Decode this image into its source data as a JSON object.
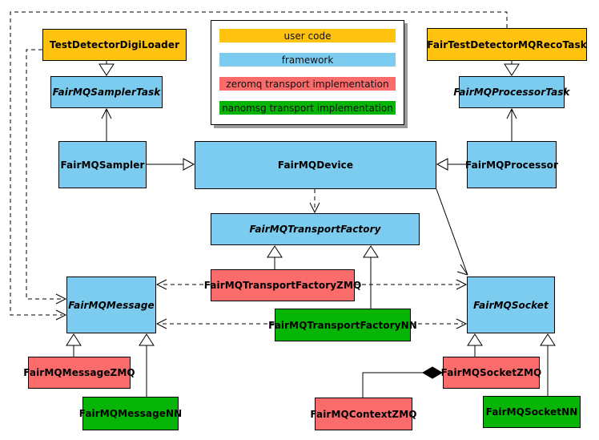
{
  "colors": {
    "user_code": "#FFC20E",
    "framework": "#7CCCF0",
    "zeromq": "#FA6B6B",
    "nanomsg": "#06B506",
    "line": "#000000",
    "legend_shadow": "#9a9a9a"
  },
  "legend": {
    "items": [
      {
        "label": "user code",
        "category": "user_code"
      },
      {
        "label": "framework",
        "category": "framework"
      },
      {
        "label": "zeromq transport implementation",
        "category": "zeromq"
      },
      {
        "label": "nanomsg transport implementation",
        "category": "nanomsg"
      }
    ]
  },
  "nodes": {
    "test_detector_digi_loader": {
      "label": "TestDetectorDigiLoader",
      "category": "user_code",
      "abstract": false
    },
    "fair_test_detector_mq_reco_task": {
      "label": "FairTestDetectorMQRecoTask",
      "category": "user_code",
      "abstract": false
    },
    "fairmq_sampler_task": {
      "label": "FairMQSamplerTask",
      "category": "framework",
      "abstract": true
    },
    "fairmq_processor_task": {
      "label": "FairMQProcessorTask",
      "category": "framework",
      "abstract": true
    },
    "fairmq_sampler": {
      "label": "FairMQSampler",
      "category": "framework",
      "abstract": false
    },
    "fairmq_device": {
      "label": "FairMQDevice",
      "category": "framework",
      "abstract": false
    },
    "fairmq_processor": {
      "label": "FairMQProcessor",
      "category": "framework",
      "abstract": false
    },
    "fairmq_transport_factory": {
      "label": "FairMQTransportFactory",
      "category": "framework",
      "abstract": true
    },
    "fairmq_transport_factory_zmq": {
      "label": "FairMQTransportFactoryZMQ",
      "category": "zeromq",
      "abstract": false
    },
    "fairmq_transport_factory_nn": {
      "label": "FairMQTransportFactoryNN",
      "category": "nanomsg",
      "abstract": false
    },
    "fairmq_message": {
      "label": "FairMQMessage",
      "category": "framework",
      "abstract": true
    },
    "fairmq_socket": {
      "label": "FairMQSocket",
      "category": "framework",
      "abstract": true
    },
    "fairmq_message_zmq": {
      "label": "FairMQMessageZMQ",
      "category": "zeromq",
      "abstract": false
    },
    "fairmq_message_nn": {
      "label": "FairMQMessageNN",
      "category": "nanomsg",
      "abstract": false
    },
    "fairmq_socket_zmq": {
      "label": "FairMQSocketZMQ",
      "category": "zeromq",
      "abstract": false
    },
    "fairmq_socket_nn": {
      "label": "FairMQSocketNN",
      "category": "nanomsg",
      "abstract": false
    },
    "fairmq_context_zmq": {
      "label": "FairMQContextZMQ",
      "category": "zeromq",
      "abstract": false
    }
  },
  "edges": [
    {
      "from": "TestDetectorDigiLoader",
      "to": "FairMQSamplerTask",
      "type": "inheritance",
      "style": "solid"
    },
    {
      "from": "FairTestDetectorMQRecoTask",
      "to": "FairMQProcessorTask",
      "type": "inheritance",
      "style": "solid"
    },
    {
      "from": "FairMQSampler",
      "to": "FairMQDevice",
      "type": "inheritance",
      "style": "solid"
    },
    {
      "from": "FairMQProcessor",
      "to": "FairMQDevice",
      "type": "inheritance",
      "style": "solid"
    },
    {
      "from": "FairMQSampler",
      "to": "FairMQSamplerTask",
      "type": "association",
      "style": "solid"
    },
    {
      "from": "FairMQProcessor",
      "to": "FairMQProcessorTask",
      "type": "association",
      "style": "solid"
    },
    {
      "from": "FairMQDevice",
      "to": "FairMQSocket",
      "type": "association",
      "style": "solid"
    },
    {
      "from": "FairMQDevice",
      "to": "FairMQTransportFactory",
      "type": "dependency",
      "style": "dashed"
    },
    {
      "from": "FairMQTransportFactoryZMQ",
      "to": "FairMQTransportFactory",
      "type": "inheritance",
      "style": "solid"
    },
    {
      "from": "FairMQTransportFactoryNN",
      "to": "FairMQTransportFactory",
      "type": "inheritance",
      "style": "solid"
    },
    {
      "from": "FairMQTransportFactoryZMQ",
      "to": "FairMQMessage",
      "type": "dependency",
      "style": "dashed"
    },
    {
      "from": "FairMQTransportFactoryZMQ",
      "to": "FairMQSocket",
      "type": "dependency",
      "style": "dashed"
    },
    {
      "from": "FairMQTransportFactoryNN",
      "to": "FairMQMessage",
      "type": "dependency",
      "style": "dashed"
    },
    {
      "from": "FairMQTransportFactoryNN",
      "to": "FairMQSocket",
      "type": "dependency",
      "style": "dashed"
    },
    {
      "from": "FairMQMessageZMQ",
      "to": "FairMQMessage",
      "type": "inheritance",
      "style": "solid"
    },
    {
      "from": "FairMQMessageNN",
      "to": "FairMQMessage",
      "type": "inheritance",
      "style": "solid"
    },
    {
      "from": "FairMQSocketZMQ",
      "to": "FairMQSocket",
      "type": "inheritance",
      "style": "solid"
    },
    {
      "from": "FairMQSocketNN",
      "to": "FairMQSocket",
      "type": "inheritance",
      "style": "solid"
    },
    {
      "from": "TestDetectorDigiLoader",
      "to": "FairMQMessage",
      "type": "dependency",
      "style": "dashed"
    },
    {
      "from": "FairTestDetectorMQRecoTask",
      "to": "FairMQMessage",
      "type": "dependency",
      "style": "dashed"
    },
    {
      "from": "FairMQContextZMQ",
      "to": "FairMQSocketZMQ",
      "type": "composition",
      "style": "solid"
    }
  ]
}
